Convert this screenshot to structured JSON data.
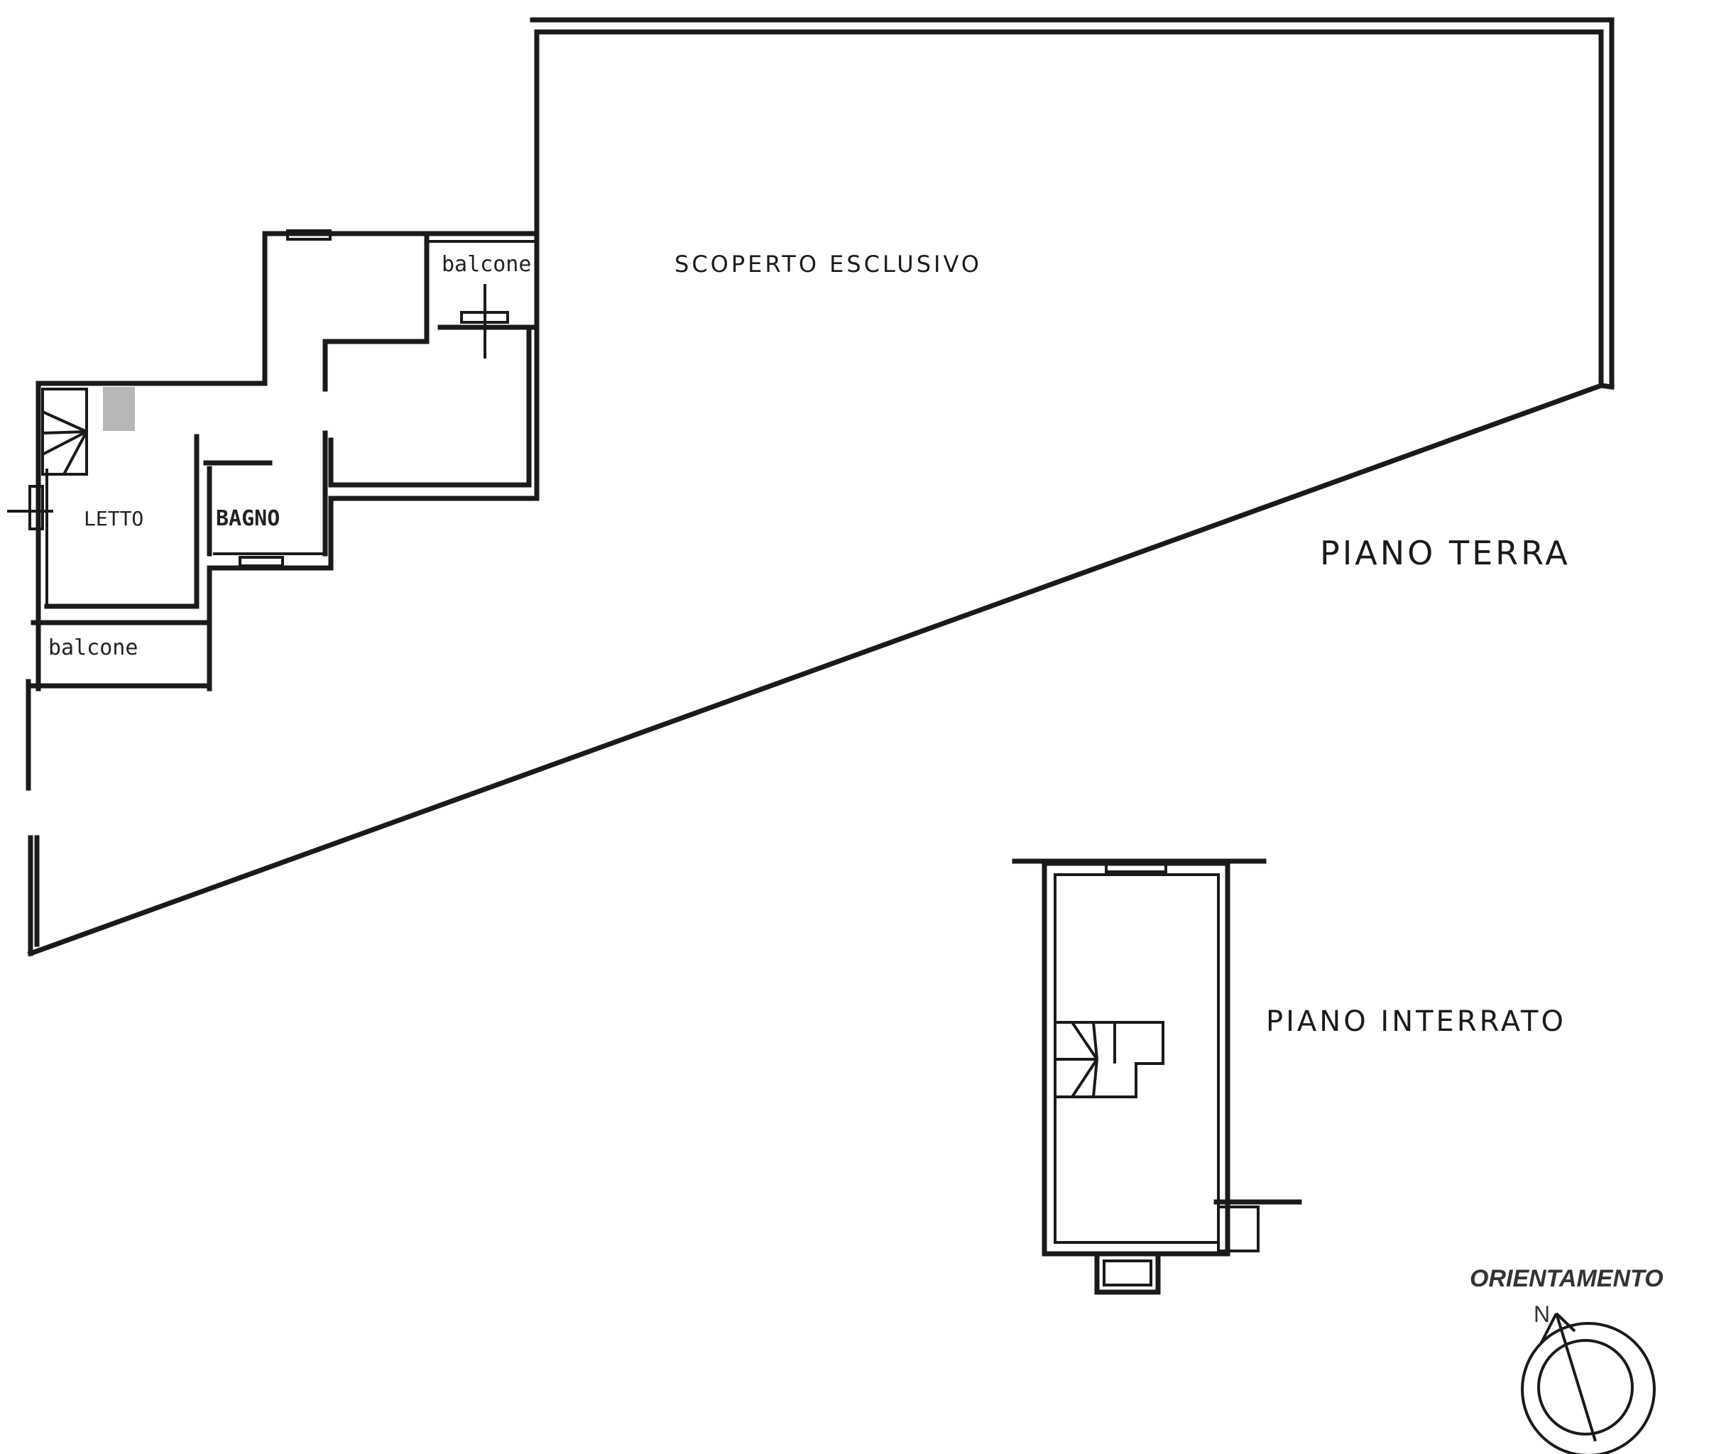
{
  "plan": {
    "ground_floor": {
      "title": "PIANO TERRA",
      "outdoor_area": "SCOPERTO ESCLUSIVO",
      "rooms": [
        "balcone",
        "BAGNO",
        "LETTO",
        "balcone"
      ]
    },
    "basement": {
      "title": "PIANO INTERRATO"
    },
    "orientation": {
      "label": "ORIENTAMENTO",
      "north": "N"
    }
  }
}
